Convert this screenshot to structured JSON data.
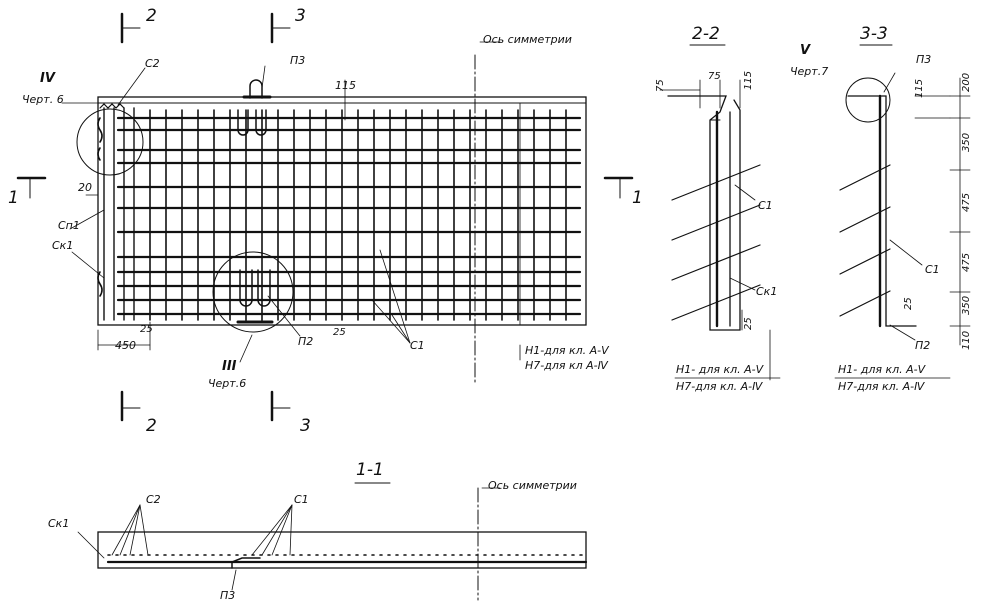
{
  "section_markers": {
    "sec2_top": "2",
    "sec3_top": "3",
    "sec2_bottom": "2",
    "sec3_bottom": "3",
    "sec1_left": "1",
    "sec1_right": "1"
  },
  "plan": {
    "symmetry_axis": "Ось симметрии",
    "callout_iv": "IV",
    "callout_iv_ref": "Черт. 6",
    "callout_iii": "III",
    "callout_iii_ref": "Черт.6",
    "labels": {
      "c2": "С2",
      "p3": "П3",
      "sp1": "Сп1",
      "sk1": "Ск1",
      "p2": "П2",
      "c1": "С1"
    },
    "dims": {
      "d115": "115",
      "d20": "20",
      "d450": "450",
      "d25a": "25",
      "d25b": "25"
    },
    "note_line1": "Н1-для кл. А-Ⅴ",
    "note_line2": "Н7-для кл А-Ⅳ"
  },
  "section_2_2": {
    "title": "2-2",
    "dims": {
      "d75a": "75",
      "d75b": "75",
      "d115": "115",
      "d25": "25"
    },
    "labels": {
      "c1": "С1",
      "sk1": "Ск1"
    },
    "note_line1": "Н1- для  кл. А-Ⅴ",
    "note_line2": "Н7-для  кл. А-Ⅳ"
  },
  "section_3_3": {
    "title": "3-3",
    "callout_v": "Ⅴ",
    "callout_v_ref": "Черт.7",
    "dims": {
      "d115": "115",
      "d200": "200",
      "d350a": "350",
      "d475a": "475",
      "d475b": "475",
      "d350b": "350",
      "d110": "110",
      "d25": "25"
    },
    "labels": {
      "p3": "П3",
      "c1": "С1",
      "p2": "П2"
    },
    "note_line1": "Н1- для  кл. А-Ⅴ",
    "note_line2": "Н7-для  кл. А-Ⅳ"
  },
  "section_1_1": {
    "title": "1-1",
    "symmetry_axis": "Ось симметрии",
    "labels": {
      "c2": "С2",
      "c1": "С1",
      "sk1": "Ск1",
      "p3": "П3"
    }
  }
}
